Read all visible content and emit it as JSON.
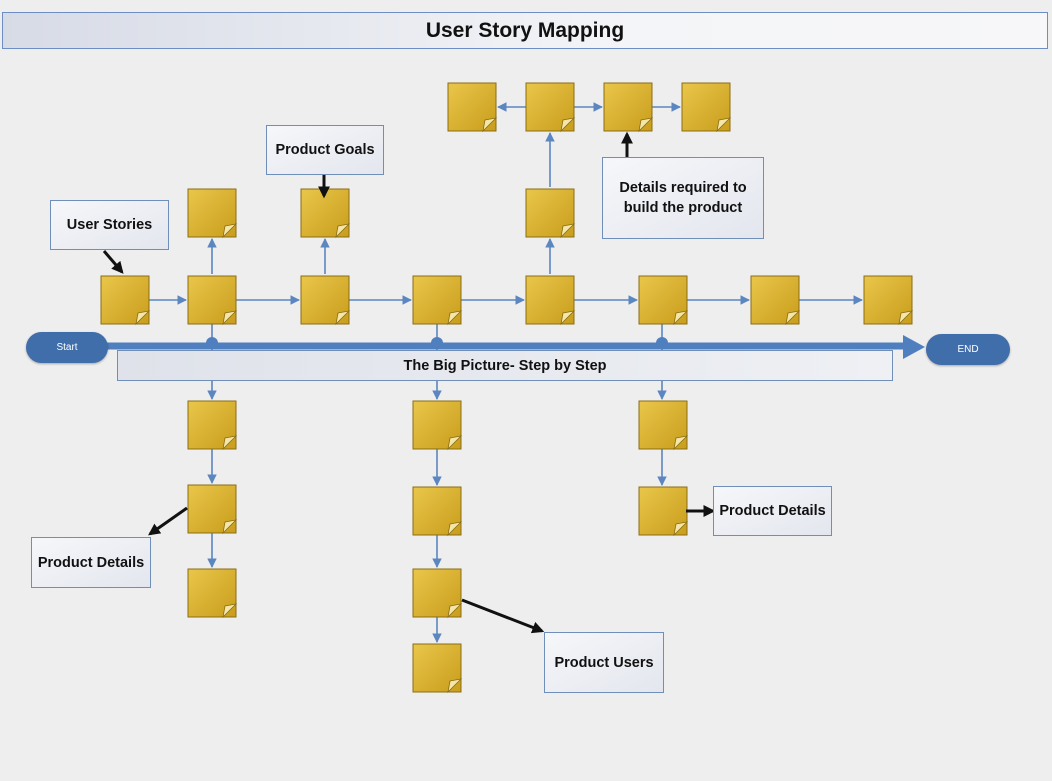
{
  "title": "User Story Mapping",
  "start_label": "Start",
  "end_label": "END",
  "big_picture_label": "The Big Picture- Step by Step",
  "callouts": {
    "user_stories": "User Stories",
    "product_goals": "Product Goals",
    "details_required": "Details required to build the product",
    "product_details_left": "Product Details",
    "product_details_right": "Product Details",
    "product_users": "Product Users"
  },
  "colors": {
    "note_fill": "#d8b22c",
    "note_edge": "#8a6d12",
    "connector": "#5b86c0",
    "backbone": "#4f7fbf",
    "pill": "#3f6eab"
  }
}
